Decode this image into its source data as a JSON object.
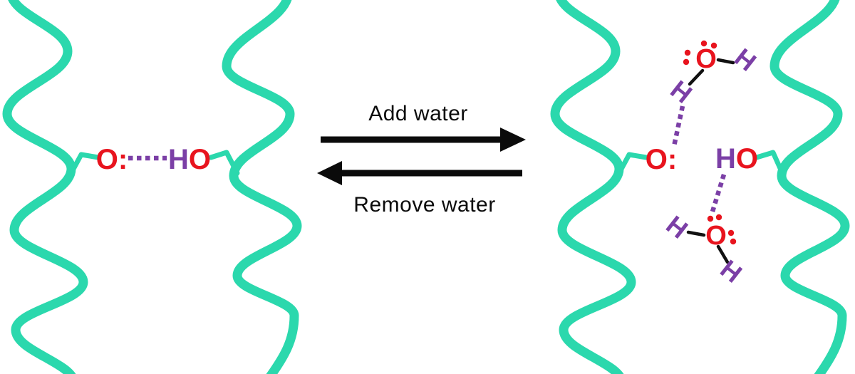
{
  "colors": {
    "chain": "#2BD8AD",
    "oxygen": "#E8141E",
    "hydrogen": "#7B3FA6",
    "arrow": "#0B0B0B",
    "bond": "#111111"
  },
  "center": {
    "add_label": "Add water",
    "remove_label": "Remove water"
  },
  "left_panel": {
    "ether_oxygen": "O:",
    "hydroxyl": {
      "h": "H",
      "o": "O"
    }
  },
  "right_panel": {
    "ether_oxygen": "O:",
    "hydroxyl": {
      "h": "H",
      "o": "O"
    },
    "water_top": {
      "o": "O",
      "h_right": "H",
      "h_left": "H"
    },
    "water_bottom": {
      "o": "O",
      "h_left": "H",
      "h_right": "H"
    }
  }
}
